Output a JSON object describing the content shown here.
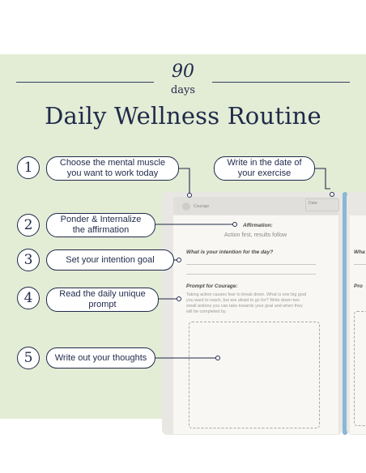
{
  "header": {
    "days_number": "90",
    "days_word": "days",
    "title": "Daily Wellness Routine"
  },
  "steps": [
    {
      "number": "1",
      "lines": [
        "Choose the mental muscle",
        "you want to work today"
      ]
    },
    {
      "number": "",
      "lines": [
        "Write in the date of",
        "your exercise"
      ]
    },
    {
      "number": "2",
      "lines": [
        "Ponder & Internalize",
        "the affirmation"
      ]
    },
    {
      "number": "3",
      "lines": [
        "Set your intention goal"
      ]
    },
    {
      "number": "4",
      "lines": [
        "Read the daily unique",
        "prompt"
      ]
    },
    {
      "number": "5",
      "lines": [
        "Write out your thoughts"
      ]
    }
  ],
  "journal": {
    "muscle": "Courage",
    "date_label": "Date:",
    "affirmation_heading": "Affirmation:",
    "affirmation_text": "Action first, results follow",
    "intention_heading": "What is your intention for the day?",
    "prompt_heading": "Prompt for Courage:",
    "prompt_lines": [
      "Taking action causes fear to break down. What is one big goal",
      "you want to reach, but are afraid to go for? Write down two",
      "small actions you can take towards your goal and when they",
      "will be completed by."
    ],
    "second_page_heading_1": "Wha",
    "second_page_heading_2": "Pro"
  },
  "colors": {
    "navy": "#1f2a4a",
    "panel_bg": "#e3ecd5",
    "spine_blue": "#8ab7d7"
  }
}
